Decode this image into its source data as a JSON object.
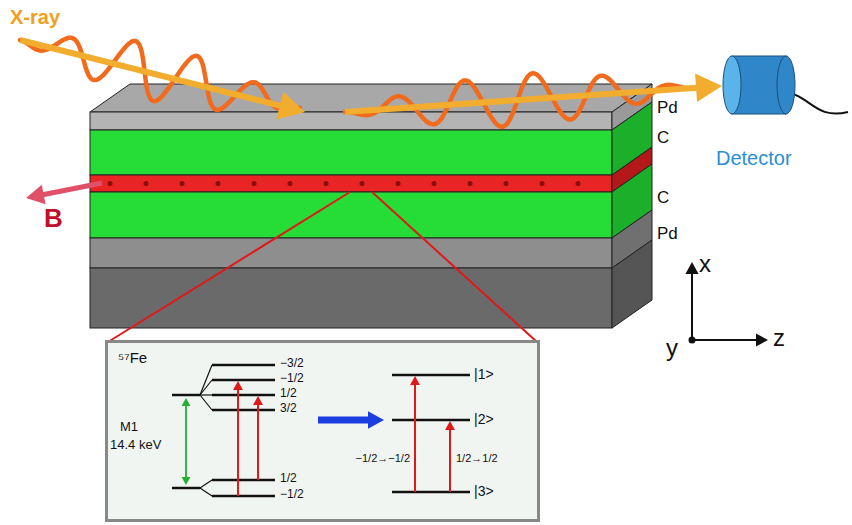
{
  "diagram": {
    "nodes": [
      {
        "text": [
          "Detector"
        ]
      },
      {
        "text": [
          "⁵⁷Fe"
        ]
      }
    ],
    "labels": [
      "X-ray",
      "Pd",
      "C",
      "C",
      "Pd",
      "B",
      "x",
      "y",
      "z",
      "M1",
      "14.4 keV",
      "−3/2",
      "−1/2",
      "1/2",
      "3/2",
      "1/2",
      "−1/2",
      "|1>",
      "|2>",
      "|3>",
      "−1/2→−1/2",
      "1/2→1/2"
    ]
  }
}
